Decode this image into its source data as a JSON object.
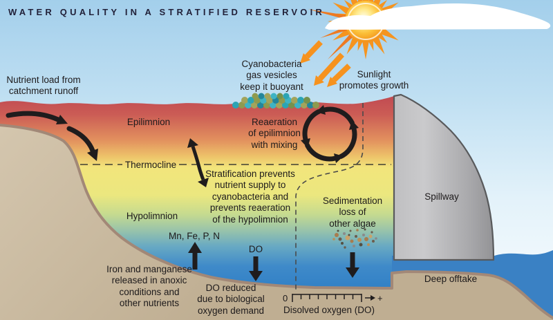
{
  "title": "WATER QUALITY IN A STRATIFIED RESERVOIR",
  "labels": {
    "nutrient_load": "Nutrient load from\ncatchment runoff",
    "cyanobacteria": "Cyanobacteria\ngas vesicles\nkeep it buoyant",
    "sunlight": "Sunlight\npromotes growth",
    "epilimnion": "Epilimnion",
    "thermocline": "Thermocline",
    "hypolimnion": "Hypolimnion",
    "reaeration": "Reaeration\nof epilimnion\nwith mixing",
    "stratification": "Stratification prevents\nnutrient supply to\ncyanobacteria and\nprevents reaeration\nof the hypolimnion",
    "mn_fe_p_n": "Mn, Fe, P, N",
    "do": "DO",
    "iron_manganese": "Iron and manganese\nreleased in anoxic\nconditions and\nother nutrients",
    "do_reduced": "DO reduced\ndue to biological\noxygen demand",
    "sedimentation": "Sedimentation\nloss of\nother algae",
    "spillway": "Spillway",
    "deep_offtake": "Deep offtake"
  },
  "axis": {
    "zero": "0",
    "plus": "+",
    "label": "Disolved oxygen (DO)"
  },
  "colors": {
    "sky_top": "#a3cfeb",
    "water_surface_red": "#c14b52",
    "thermocline_yellow": "#f2e57b",
    "hypolimnion_blue": "#2e7ec5",
    "land_tan": "#c6b79d",
    "land_edge": "#a28877",
    "dam_gray": "#b4b4b7",
    "arrow_black": "#1f1c1d",
    "arrow_orange": "#f6921e",
    "sun_orange": "#f5941f"
  }
}
